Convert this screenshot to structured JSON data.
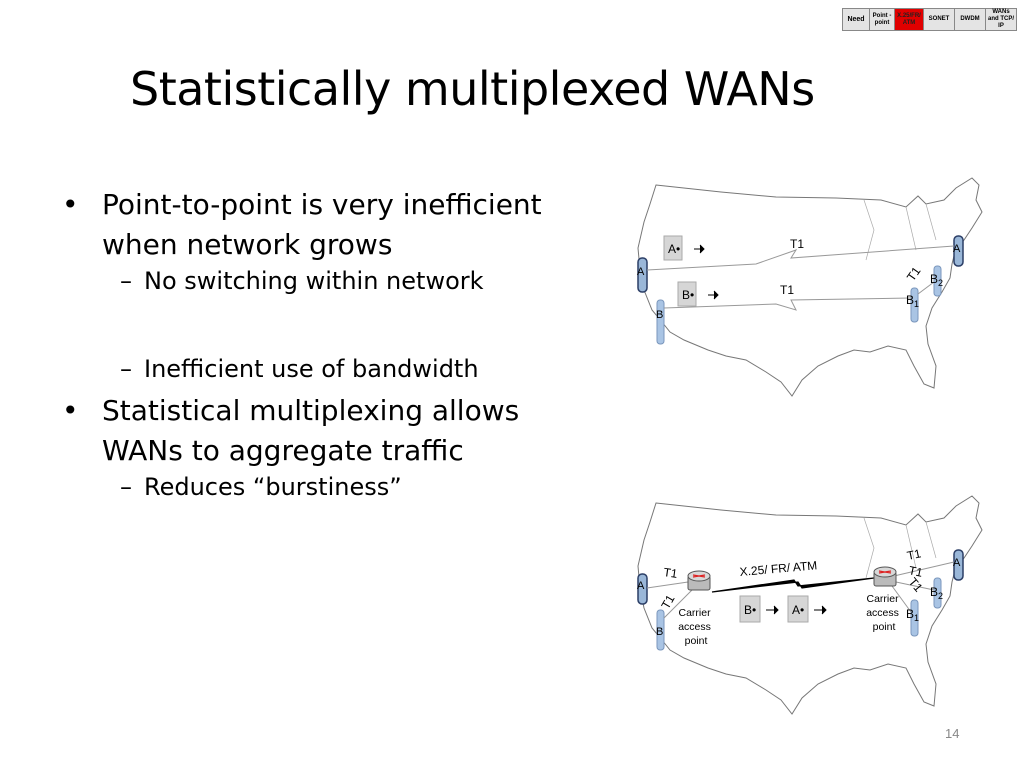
{
  "nav": {
    "cells": [
      {
        "label": "Need",
        "active": false
      },
      {
        "label": "Point - point",
        "active": false
      },
      {
        "label": "X.25/FR/ ATM",
        "active": true
      },
      {
        "label": "SONET",
        "active": false
      },
      {
        "label": "DWDM",
        "active": false
      },
      {
        "label": "WANs and TCP/ IP",
        "active": false
      }
    ]
  },
  "slide": {
    "title": "Statistically multiplexed WANs",
    "bullets": [
      {
        "text": "Point-to-point is very inefficient when network grows",
        "subs": [
          "No switching within network",
          "Inefficient use of bandwidth"
        ]
      },
      {
        "text": "Statistical multiplexing allows WANs to aggregate traffic",
        "subs": [
          "Reduces “burstiness”"
        ]
      }
    ],
    "bullet_glyph": "•",
    "dash_glyph": "–",
    "page_number": "14"
  },
  "diagram_top": {
    "a_packet": "A•",
    "b_packet": "B•",
    "link_1": "T1",
    "link_2": "T1",
    "link_3": "T1",
    "west_a": "A",
    "west_b": "B",
    "east_a": "A",
    "east_b1": "B",
    "east_b1_sub": "1",
    "east_b2": "B",
    "east_b2_sub": "2"
  },
  "diagram_bottom": {
    "network_label": "X.25/ FR/ ATM",
    "west_t1_a": "T1",
    "west_t1_b": "T1",
    "east_t1_a": "T1",
    "east_t1_b": "T1",
    "east_t1_c": "T1",
    "west_cap": [
      "Carrier",
      "access",
      "point"
    ],
    "east_cap": [
      "Carrier",
      "access",
      "point"
    ],
    "b_packet": "B•",
    "a_packet": "A•",
    "west_a": "A",
    "west_b": "B",
    "east_a": "A",
    "east_b1": "B",
    "east_b1_sub": "1",
    "east_b2": "B",
    "east_b2_sub": "2"
  }
}
